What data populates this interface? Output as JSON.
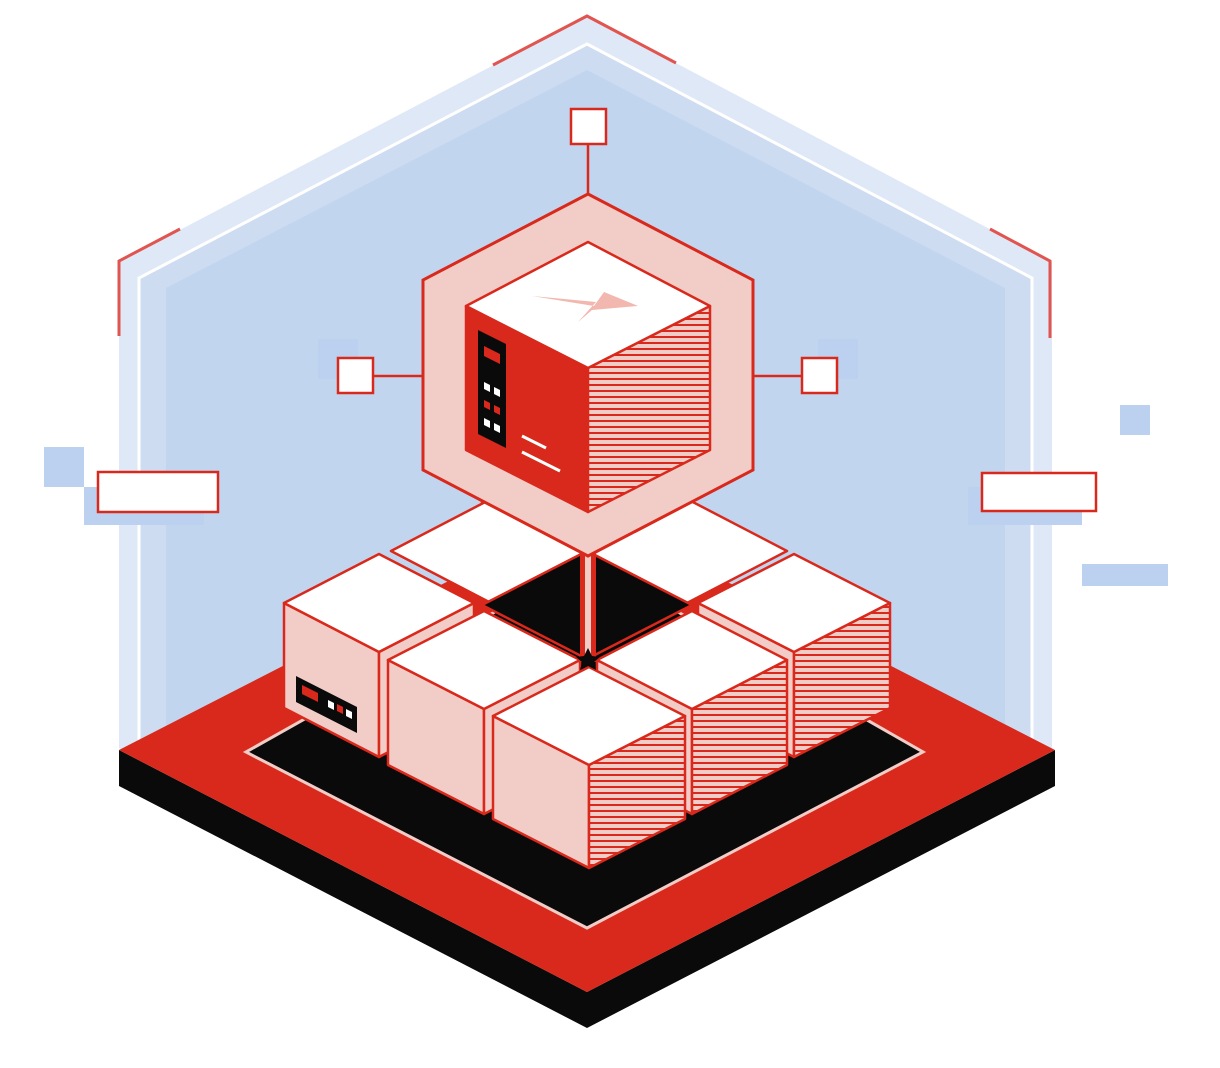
{
  "illustration": {
    "subject": "isometric-server-cluster",
    "icons": [
      "central-server-cube-icon",
      "lightning-logo-icon",
      "control-panel-icon",
      "server-unit-icon"
    ],
    "label_boxes": [
      "left-label-box",
      "right-label-box",
      "top-node-box",
      "left-node-box",
      "right-node-box"
    ]
  },
  "colors": {
    "red": "#d9291c",
    "pink": "#f2cdc7",
    "black": "#0a0a0a",
    "white": "#ffffff",
    "blue_light": "#dce7f6",
    "blue_mid": "#c4d6ee",
    "blue_accent": "#bcd1ef",
    "frame_red": "#e05550"
  }
}
